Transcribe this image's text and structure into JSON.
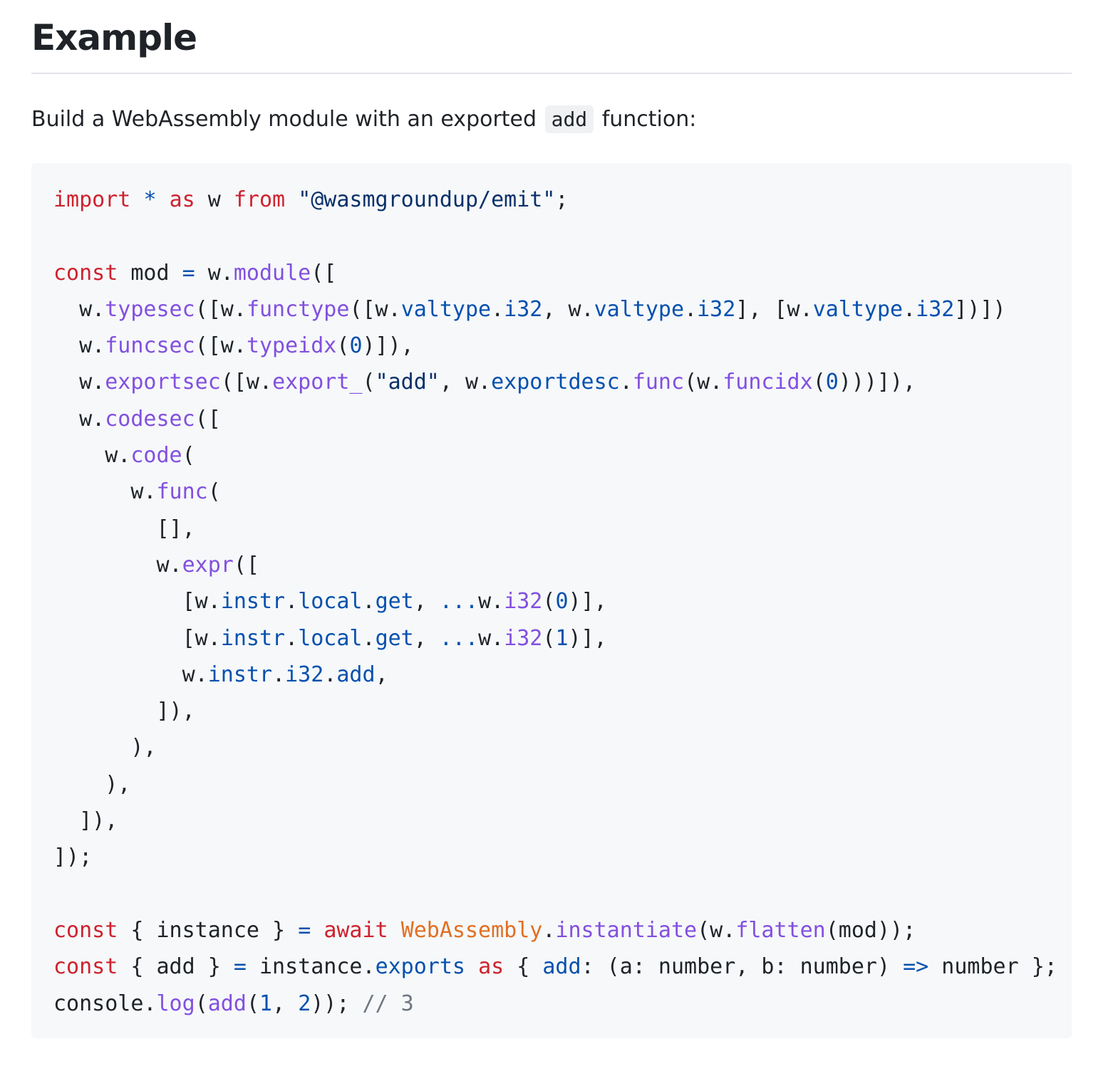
{
  "heading": "Example",
  "intro": {
    "before": "Build a WebAssembly module with an exported ",
    "code": "add",
    "after": " function:"
  },
  "code": {
    "language": "typescript",
    "lines": [
      [
        [
          "k",
          "import"
        ],
        [
          "t",
          " "
        ],
        [
          "o",
          "*"
        ],
        [
          "t",
          " "
        ],
        [
          "k",
          "as"
        ],
        [
          "t",
          " w "
        ],
        [
          "k",
          "from"
        ],
        [
          "t",
          " "
        ],
        [
          "s",
          "\"@wasmgroundup/emit\""
        ],
        [
          "t",
          ";"
        ]
      ],
      [],
      [
        [
          "k",
          "const"
        ],
        [
          "t",
          " mod "
        ],
        [
          "o",
          "="
        ],
        [
          "t",
          " w."
        ],
        [
          "f",
          "module"
        ],
        [
          "t",
          "(["
        ]
      ],
      [
        [
          "t",
          "  w."
        ],
        [
          "f",
          "typesec"
        ],
        [
          "t",
          "([w."
        ],
        [
          "f",
          "functype"
        ],
        [
          "t",
          "([w."
        ],
        [
          "p",
          "valtype"
        ],
        [
          "t",
          "."
        ],
        [
          "p",
          "i32"
        ],
        [
          "t",
          ", w."
        ],
        [
          "p",
          "valtype"
        ],
        [
          "t",
          "."
        ],
        [
          "p",
          "i32"
        ],
        [
          "t",
          "], [w."
        ],
        [
          "p",
          "valtype"
        ],
        [
          "t",
          "."
        ],
        [
          "p",
          "i32"
        ],
        [
          "t",
          "])])"
        ]
      ],
      [
        [
          "t",
          "  w."
        ],
        [
          "f",
          "funcsec"
        ],
        [
          "t",
          "([w."
        ],
        [
          "f",
          "typeidx"
        ],
        [
          "t",
          "("
        ],
        [
          "n",
          "0"
        ],
        [
          "t",
          ")]),"
        ]
      ],
      [
        [
          "t",
          "  w."
        ],
        [
          "f",
          "exportsec"
        ],
        [
          "t",
          "([w."
        ],
        [
          "f",
          "export_"
        ],
        [
          "t",
          "("
        ],
        [
          "s",
          "\"add\""
        ],
        [
          "t",
          ", w."
        ],
        [
          "p",
          "exportdesc"
        ],
        [
          "t",
          "."
        ],
        [
          "f",
          "func"
        ],
        [
          "t",
          "(w."
        ],
        [
          "f",
          "funcidx"
        ],
        [
          "t",
          "("
        ],
        [
          "n",
          "0"
        ],
        [
          "t",
          ")))]),"
        ]
      ],
      [
        [
          "t",
          "  w."
        ],
        [
          "f",
          "codesec"
        ],
        [
          "t",
          "(["
        ]
      ],
      [
        [
          "t",
          "    w."
        ],
        [
          "f",
          "code"
        ],
        [
          "t",
          "("
        ]
      ],
      [
        [
          "t",
          "      w."
        ],
        [
          "f",
          "func"
        ],
        [
          "t",
          "("
        ]
      ],
      [
        [
          "t",
          "        [],"
        ]
      ],
      [
        [
          "t",
          "        w."
        ],
        [
          "f",
          "expr"
        ],
        [
          "t",
          "(["
        ]
      ],
      [
        [
          "t",
          "          [w."
        ],
        [
          "p",
          "instr"
        ],
        [
          "t",
          "."
        ],
        [
          "p",
          "local"
        ],
        [
          "t",
          "."
        ],
        [
          "p",
          "get"
        ],
        [
          "t",
          ", "
        ],
        [
          "o",
          "..."
        ],
        [
          "t",
          "w."
        ],
        [
          "f",
          "i32"
        ],
        [
          "t",
          "("
        ],
        [
          "n",
          "0"
        ],
        [
          "t",
          ")],"
        ]
      ],
      [
        [
          "t",
          "          [w."
        ],
        [
          "p",
          "instr"
        ],
        [
          "t",
          "."
        ],
        [
          "p",
          "local"
        ],
        [
          "t",
          "."
        ],
        [
          "p",
          "get"
        ],
        [
          "t",
          ", "
        ],
        [
          "o",
          "..."
        ],
        [
          "t",
          "w."
        ],
        [
          "f",
          "i32"
        ],
        [
          "t",
          "("
        ],
        [
          "n",
          "1"
        ],
        [
          "t",
          ")],"
        ]
      ],
      [
        [
          "t",
          "          w."
        ],
        [
          "p",
          "instr"
        ],
        [
          "t",
          "."
        ],
        [
          "p",
          "i32"
        ],
        [
          "t",
          "."
        ],
        [
          "p",
          "add"
        ],
        [
          "t",
          ","
        ]
      ],
      [
        [
          "t",
          "        ]),"
        ]
      ],
      [
        [
          "t",
          "      ),"
        ]
      ],
      [
        [
          "t",
          "    ),"
        ]
      ],
      [
        [
          "t",
          "  ]),"
        ]
      ],
      [
        [
          "t",
          "]);"
        ]
      ],
      [],
      [
        [
          "k",
          "const"
        ],
        [
          "t",
          " { instance } "
        ],
        [
          "o",
          "="
        ],
        [
          "t",
          " "
        ],
        [
          "k",
          "await"
        ],
        [
          "t",
          " "
        ],
        [
          "g",
          "WebAssembly"
        ],
        [
          "t",
          "."
        ],
        [
          "f",
          "instantiate"
        ],
        [
          "t",
          "(w."
        ],
        [
          "f",
          "flatten"
        ],
        [
          "t",
          "(mod));"
        ]
      ],
      [
        [
          "k",
          "const"
        ],
        [
          "t",
          " { add } "
        ],
        [
          "o",
          "="
        ],
        [
          "t",
          " instance."
        ],
        [
          "p",
          "exports"
        ],
        [
          "t",
          " "
        ],
        [
          "k",
          "as"
        ],
        [
          "t",
          " { "
        ],
        [
          "p",
          "add"
        ],
        [
          "t",
          ": (a: number, b: number) "
        ],
        [
          "o",
          "=>"
        ],
        [
          "t",
          " number };"
        ]
      ],
      [
        [
          "t",
          "console."
        ],
        [
          "f",
          "log"
        ],
        [
          "t",
          "("
        ],
        [
          "f",
          "add"
        ],
        [
          "t",
          "("
        ],
        [
          "n",
          "1"
        ],
        [
          "t",
          ", "
        ],
        [
          "n",
          "2"
        ],
        [
          "t",
          "));"
        ],
        [
          "t",
          " "
        ],
        [
          "c",
          "// 3"
        ]
      ]
    ]
  }
}
